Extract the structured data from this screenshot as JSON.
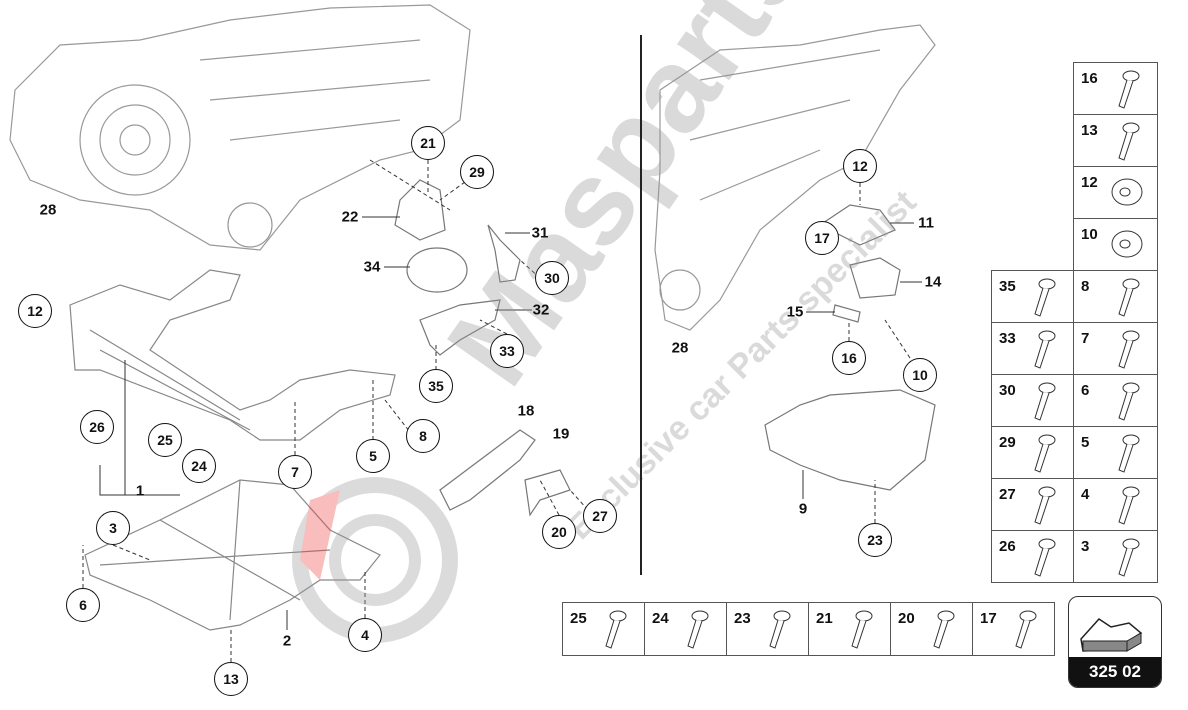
{
  "diagram": {
    "page_code": "325 02",
    "watermark": {
      "brand": "Masparts",
      "tagline": "Exclusive car Parts specialist"
    },
    "labels": [
      "28",
      "22",
      "31",
      "34",
      "32",
      "18",
      "19",
      "1",
      "2",
      "9",
      "11",
      "14",
      "15",
      "28"
    ],
    "callouts": [
      "21",
      "29",
      "30",
      "33",
      "35",
      "12",
      "26",
      "25",
      "24",
      "7",
      "5",
      "8",
      "3",
      "6",
      "13",
      "4",
      "20",
      "27",
      "12",
      "17",
      "16",
      "10",
      "23"
    ],
    "fastener_table_right": [
      "16",
      "13",
      "12",
      "10"
    ],
    "fastener_table_left_col": [
      "35",
      "33",
      "30",
      "29",
      "27",
      "26"
    ],
    "fastener_table_right_col": [
      "8",
      "7",
      "6",
      "5",
      "4",
      "3"
    ],
    "fastener_table_bottom": [
      "25",
      "24",
      "23",
      "21",
      "20",
      "17"
    ]
  }
}
